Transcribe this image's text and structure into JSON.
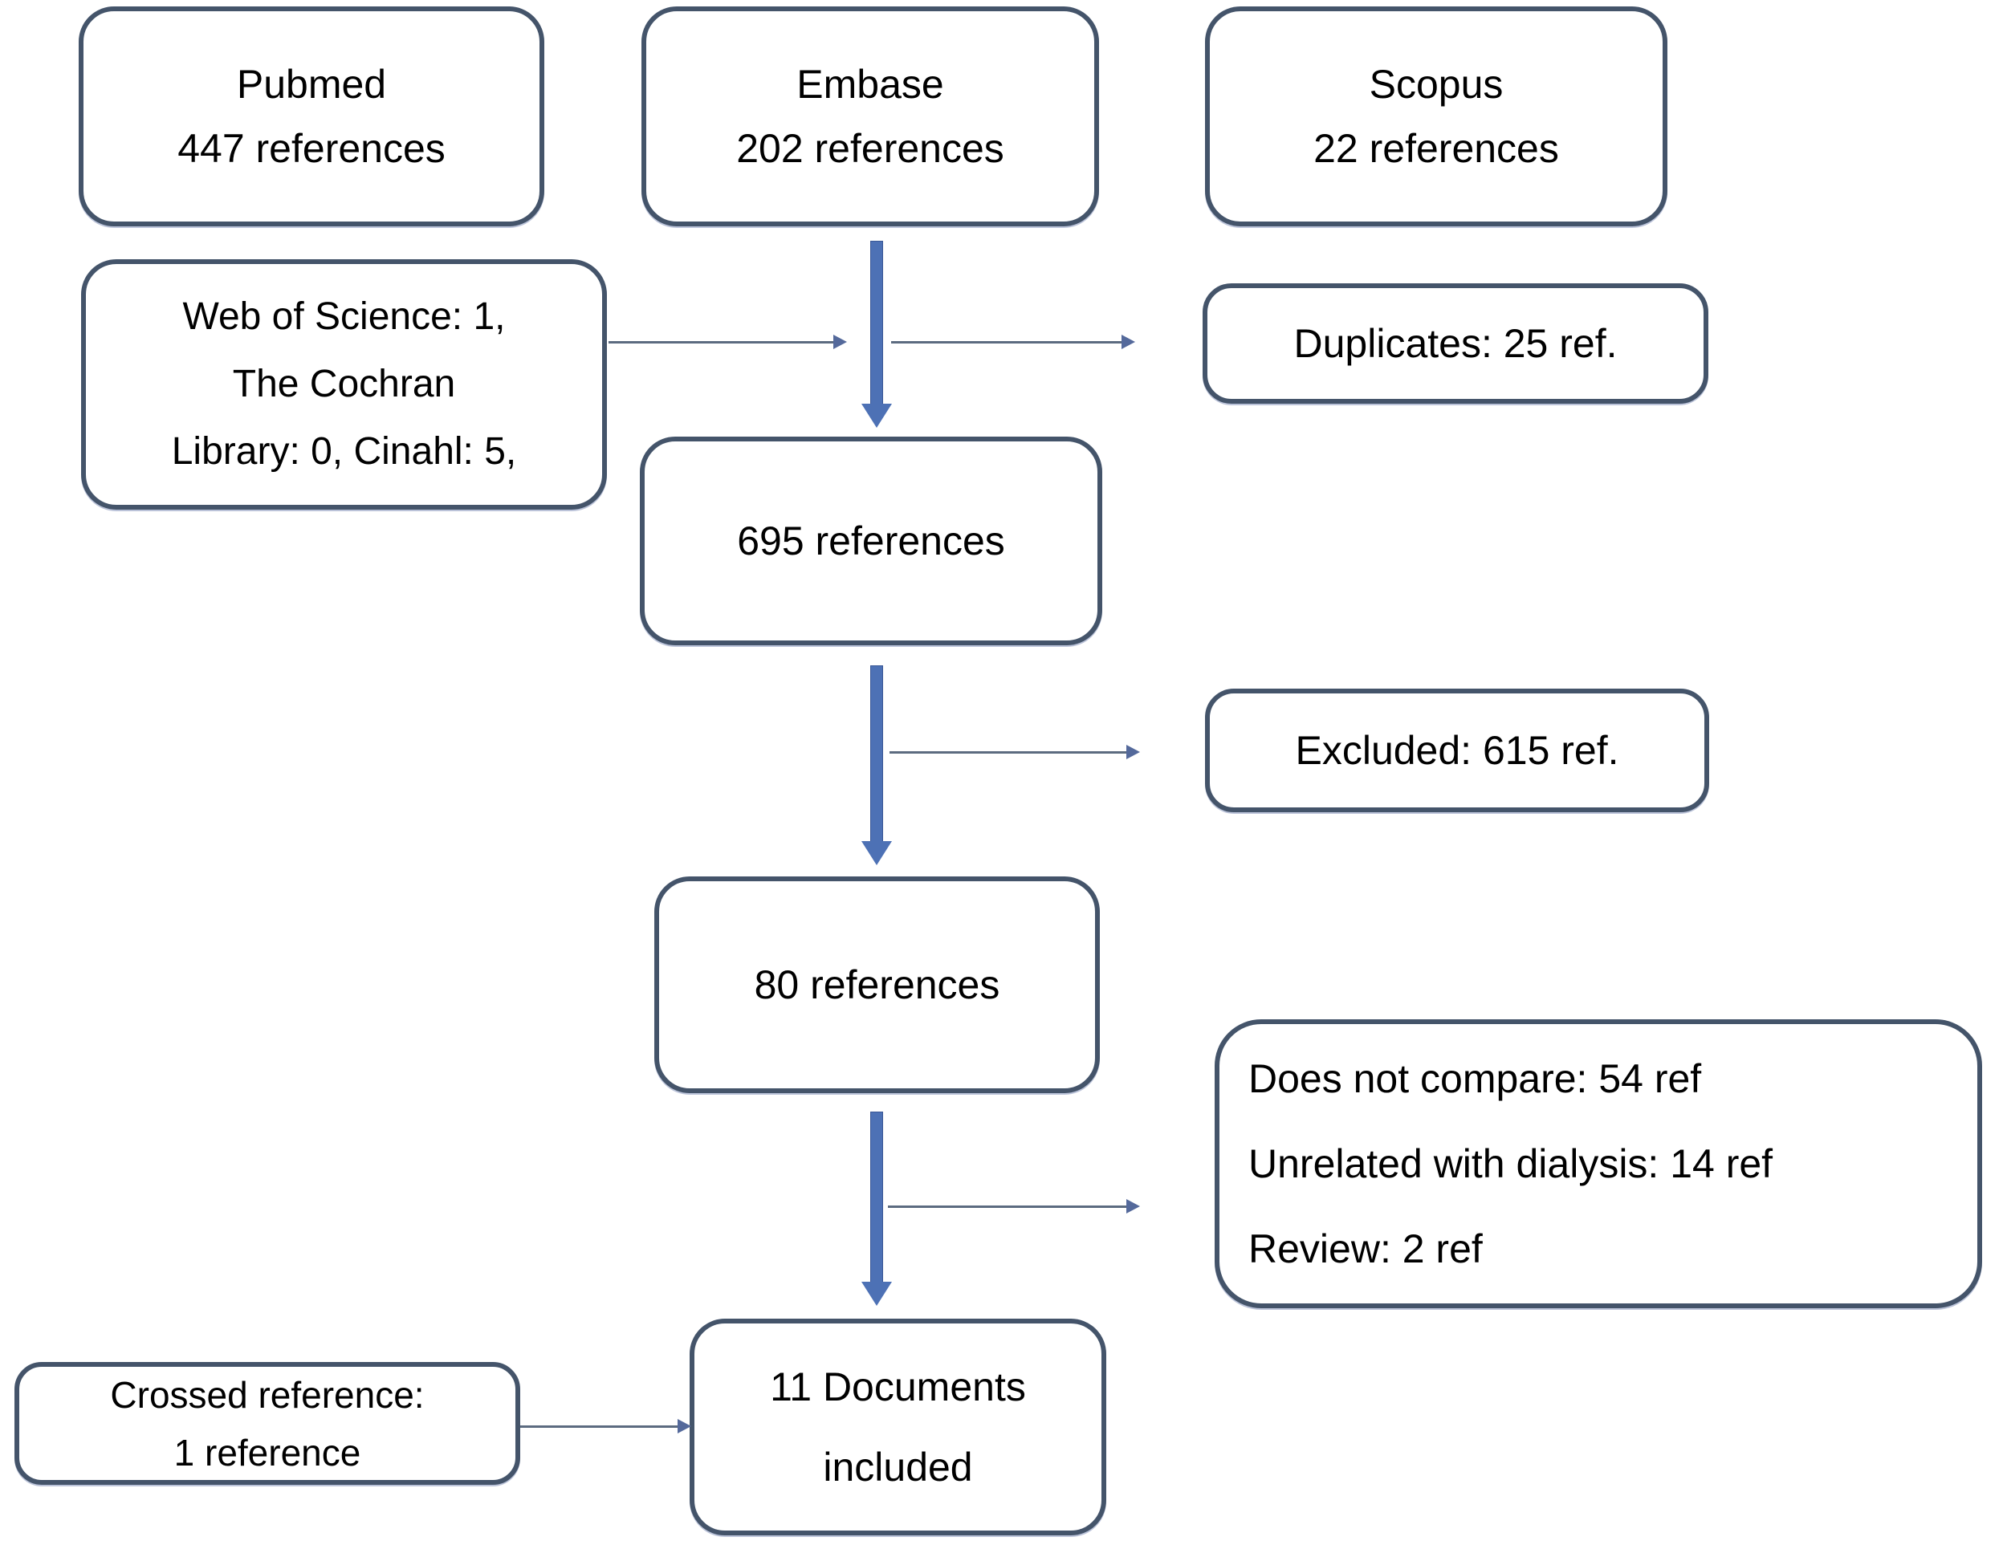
{
  "boxes": {
    "pubmed": {
      "lines": [
        "Pubmed",
        "447 references"
      ]
    },
    "embase": {
      "lines": [
        "Embase",
        "202 references"
      ]
    },
    "scopus": {
      "lines": [
        "Scopus",
        "22 references"
      ]
    },
    "other_sources": {
      "lines": [
        "Web of Science: 1,",
        "The Cochran",
        "Library: 0, Cinahl: 5,"
      ]
    },
    "duplicates": {
      "lines": [
        "Duplicates: 25 ref."
      ]
    },
    "pooled": {
      "lines": [
        "695 references"
      ]
    },
    "excluded": {
      "lines": [
        "Excluded: 615 ref."
      ]
    },
    "screened": {
      "lines": [
        "80 references"
      ]
    },
    "exclusion_reasons": {
      "lines": [
        "Does not compare: 54 ref",
        "Unrelated with dialysis: 14 ref",
        "Review: 2 ref"
      ]
    },
    "crossed_reference": {
      "lines": [
        "Crossed reference:",
        "1 reference"
      ]
    },
    "included": {
      "lines": [
        "11 Documents",
        "included"
      ]
    }
  },
  "colors": {
    "background": "#ffffff",
    "text": "#000000",
    "box_border": "#44546a",
    "thick_arrow": "#4d71b5",
    "thick_arrow_edge": "#3a5795",
    "thin_arrow_line": "#5c6b80",
    "thin_arrow_head": "#54699b"
  }
}
